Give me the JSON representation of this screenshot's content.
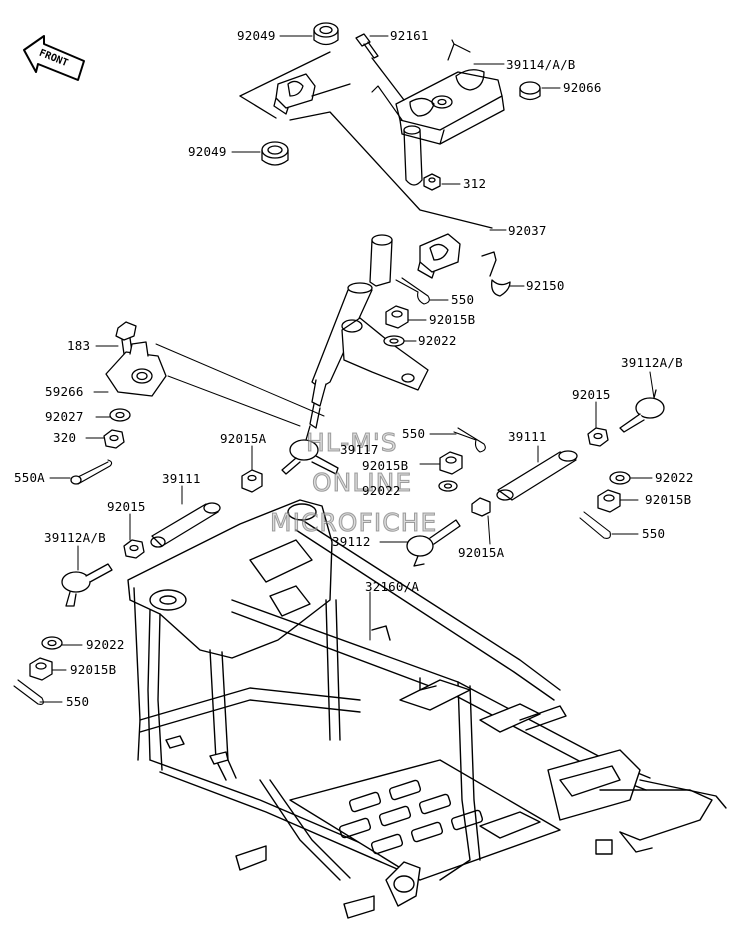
{
  "diagram": {
    "colors": {
      "line": "#000000",
      "background": "#ffffff",
      "watermark": "#bebebe"
    },
    "front_arrow": {
      "text": "FRONT"
    },
    "watermark": {
      "line1": "HL-M'S",
      "line2": "ONLINE",
      "line3": "MICROFICHE"
    },
    "labels": {
      "p92049_top": "92049",
      "p92161": "92161",
      "p39114": "39114/A/B",
      "p92066": "92066",
      "p92049_mid": "92049",
      "p312": "312",
      "p92037": "92037",
      "p92150": "92150",
      "p550_top": "550",
      "p92015B_top": "92015B",
      "p92022_top": "92022",
      "p183": "183",
      "p59266": "59266",
      "p92027": "92027",
      "p320": "320",
      "p550A": "550A",
      "p92015A_left": "92015A",
      "p550_mid": "550",
      "p39117": "39117",
      "p92015B_mid": "92015B",
      "p92022_mid": "92022",
      "p39111_right": "39111",
      "p39112AB_right": "39112A/B",
      "p92015_right": "92015",
      "p92022_right": "92022",
      "p92015B_right": "92015B",
      "p550_right": "550",
      "p39111_left": "39111",
      "p92015_left": "92015",
      "p39112": "39112",
      "p92015A_right": "92015A",
      "p39112AB_left": "39112A/B",
      "p32160": "32160/A",
      "p92022_bot": "92022",
      "p92015B_bot": "92015B",
      "p550_bot": "550"
    }
  }
}
